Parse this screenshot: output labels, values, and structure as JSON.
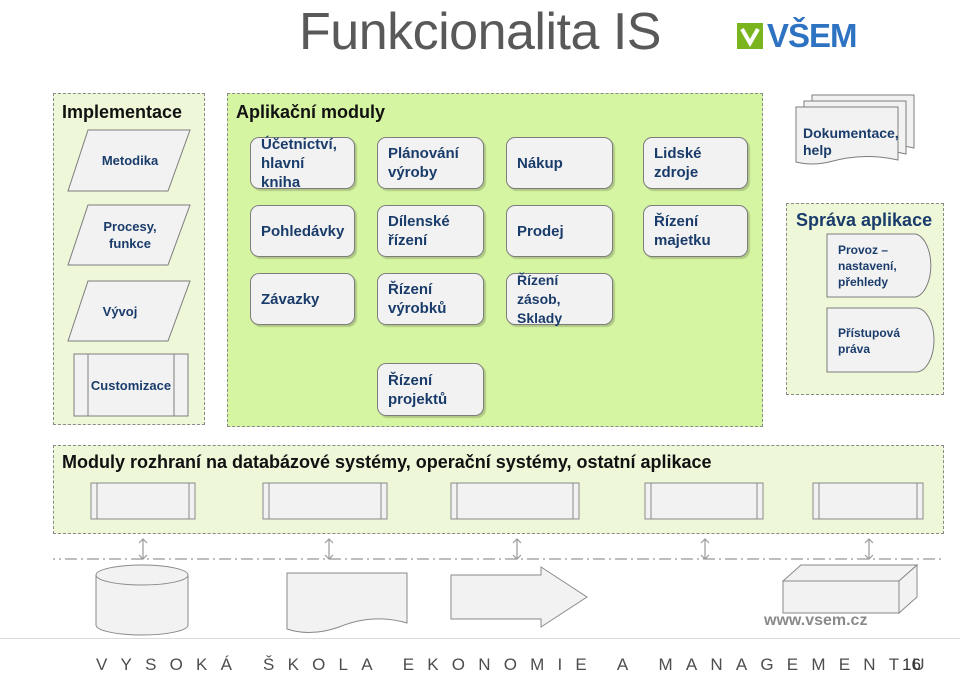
{
  "title": "Funkcionalita IS",
  "logo": {
    "text": "VŠEM",
    "brand_green": "#7AB51D",
    "brand_blue": "#2E73C2"
  },
  "implementace": {
    "title": "Implementace",
    "items": [
      "Metodika",
      "Procesy,\nfunkce",
      "Vývoj",
      "Customizace"
    ]
  },
  "moduly": {
    "title": "Aplikační moduly",
    "boxes": [
      "Účetnictví,\nhlavní kniha",
      "Plánování\nvýroby",
      "Nákup",
      "Lidské\nzdroje",
      "Pohledávky",
      "Dílenské\nřízení",
      "Prodej",
      "Řízení\nmajetku",
      "Závazky",
      "Řízení\nvýrobků",
      "Řízení zásob,\nSklady",
      "Řízení\nprojektů"
    ]
  },
  "dokumentace": "Dokumentace,\nhelp",
  "sprava": {
    "title": "Správa aplikace",
    "items": [
      "Provoz –\nnastavení,\npřehledy",
      "Přístupová\npráva"
    ]
  },
  "rozhrani": {
    "title": "Moduly rozhraní na databázové systémy, operační systémy, ostatní aplikace"
  },
  "footer": {
    "url": "www.vsem.cz",
    "school": "VYSOKÁ ŠKOLA EKONOMIE A MANAGEMENTU",
    "page": "16"
  }
}
